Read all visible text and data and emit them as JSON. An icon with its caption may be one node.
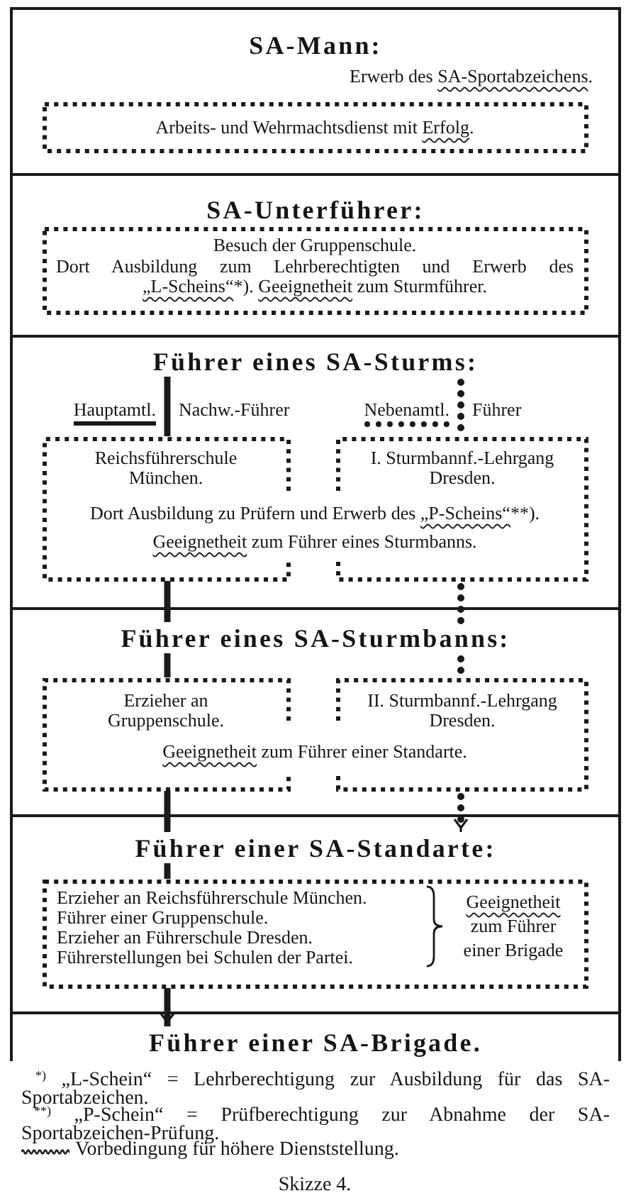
{
  "diagram": {
    "caption": "Skizze 4.",
    "nodes": [
      {
        "text": [
          "Erwerb des SA-Sportabzeichens."
        ]
      },
      {
        "text": [
          "SA-Mann:"
        ],
        "in": 0
      },
      {
        "text": [
          "Arbeits- und Wehrmachtsdienst mit Erfolg."
        ],
        "in": 0
      },
      {
        "text": [],
        "shape": "box"
      },
      {
        "text": [
          "SA-Unterführer:"
        ],
        "in": 3
      },
      {
        "text": [
          "Besuch der Gruppenschule.",
          "Dort Ausbildung zum Lehrberechtigten und Erwerb des „L-Scheins“*). Geeignetheit zum Sturmführer."
        ],
        "in": 3
      },
      {
        "text": [
          "Dort Ausbildung zu Prüfern und Erwerb des „P-Scheins“**).",
          "Geeignetheit zum Führer eines Sturmbanns."
        ]
      },
      {
        "text": [
          "Führer eines SA-Sturms:"
        ],
        "in": 6
      },
      {
        "text": [
          "Reichsführerschule München."
        ],
        "in": 6
      },
      {
        "text": [
          "I. Sturmbannf.-Lehrgang Dresden."
        ],
        "in": 6
      },
      {
        "text": [
          "Geeignetheit zum Führer einer Standarte."
        ]
      },
      {
        "text": [
          "Führer eines SA-Sturmbanns:"
        ],
        "in": 10
      },
      {
        "text": [
          "Erzieher an Gruppenschule."
        ],
        "in": 10
      },
      {
        "text": [
          "II. Sturmbannf.-Lehrgang Dresden."
        ],
        "in": 10
      },
      {
        "text": [],
        "shape": "box"
      },
      {
        "text": [
          "Führer einer SA-Standarte:"
        ],
        "in": 14
      },
      {
        "text": [
          "Erzieher an Reichsführerschule München.",
          "Führer einer Gruppenschule.",
          "Erzieher an Führerschule Dresden.",
          "Führerstellungen bei Schulen der Partei.",
          "Geeignetheit zum Führer einer Brigade"
        ],
        "in": 14
      },
      {
        "text": [],
        "shape": "box"
      },
      {
        "text": [
          "Führer einer SA-Brigade."
        ],
        "in": 17
      }
    ],
    "edges": [
      {
        "from": 7,
        "to": 8,
        "arrow": "none"
      },
      {
        "from": 7,
        "to": 9,
        "arrow": "none",
        "style": "dashed"
      },
      {
        "from": 8,
        "to": 11,
        "arrow": "none"
      },
      {
        "from": 9,
        "to": 11,
        "arrow": "none",
        "style": "dashed"
      },
      {
        "from": 11,
        "to": 12,
        "arrow": "none"
      },
      {
        "from": 11,
        "to": 13,
        "arrow": "none",
        "style": "dashed"
      },
      {
        "from": 12,
        "to": 15,
        "arrow": "none"
      },
      {
        "from": 13,
        "to": 15,
        "arrow": "to",
        "style": "dashed"
      },
      {
        "from": 15,
        "to": 16,
        "arrow": "none"
      },
      {
        "from": 16,
        "to": 18,
        "arrow": "to"
      }
    ],
    "labels": [
      "Hauptamtl.",
      "Nachw.-Führer",
      "Nebenamtl.",
      "Führer",
      "$^{*)}$ „L-Schein“ = Lehrberechtigung zur Ausbildung für das SA-Sportabzeichen.",
      "$^{**)}$ „P-Schein“ = Prüfberechtigung zur Abnahme der SA-Sportabzeichen-Prüfung."
    ],
    "legend": [
      {
        "text": "Vorbedingung für höhere Dienststellung."
      }
    ]
  }
}
